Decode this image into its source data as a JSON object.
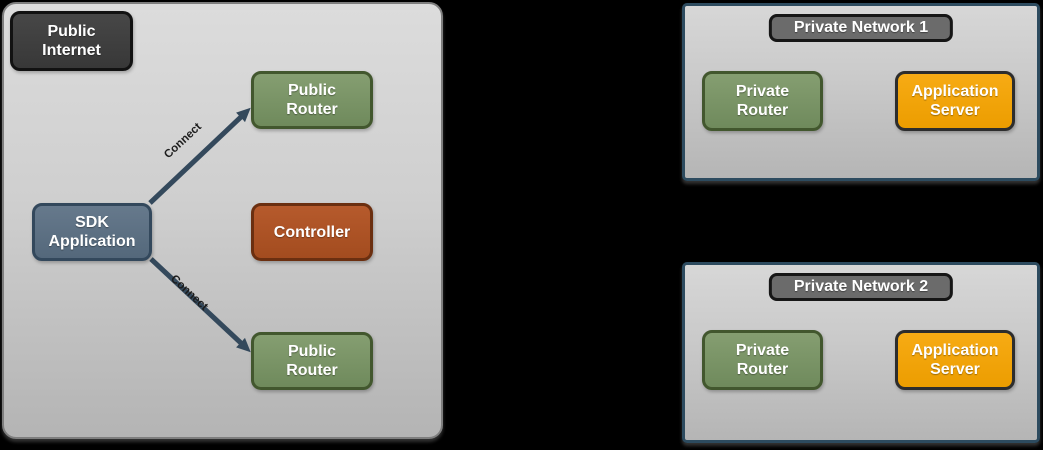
{
  "palette": {
    "background": "#000000",
    "zone_fill_top": "#dcdcdc",
    "zone_fill_bottom": "#b4b4b4",
    "zone_border": "#7e7e7e",
    "network_border": "#2d4b5f",
    "arrow": "#34495c",
    "node_green_fill": "#7b9468",
    "node_green_border": "#42572e",
    "node_slate_fill": "#5d7183",
    "node_slate_border": "#33485c",
    "node_rust_fill": "#ad5226",
    "node_rust_border": "#6b2f10",
    "node_orange_fill": "#f4a306",
    "node_orange_border": "#2d2d2d",
    "node_dark_fill": "#3e3e3e",
    "badge_fill": "#6b6b6b",
    "label_text": "#ffffff",
    "connect_text": "#1c1c1c"
  },
  "public_internet_zone": {
    "label": "Public Internet",
    "nodes": {
      "sdk_application": "SDK Application",
      "controller": "Controller",
      "public_router_top": "Public Router",
      "public_router_bottom": "Public Router"
    },
    "connections": {
      "connect_top": "Connect",
      "connect_bottom": "Connect"
    }
  },
  "private_network_1": {
    "title": "Private Network 1",
    "nodes": {
      "private_router": "Private Router",
      "application_server": "Application Server"
    }
  },
  "private_network_2": {
    "title": "Private Network 2",
    "nodes": {
      "private_router": "Private Router",
      "application_server": "Application Server"
    }
  }
}
